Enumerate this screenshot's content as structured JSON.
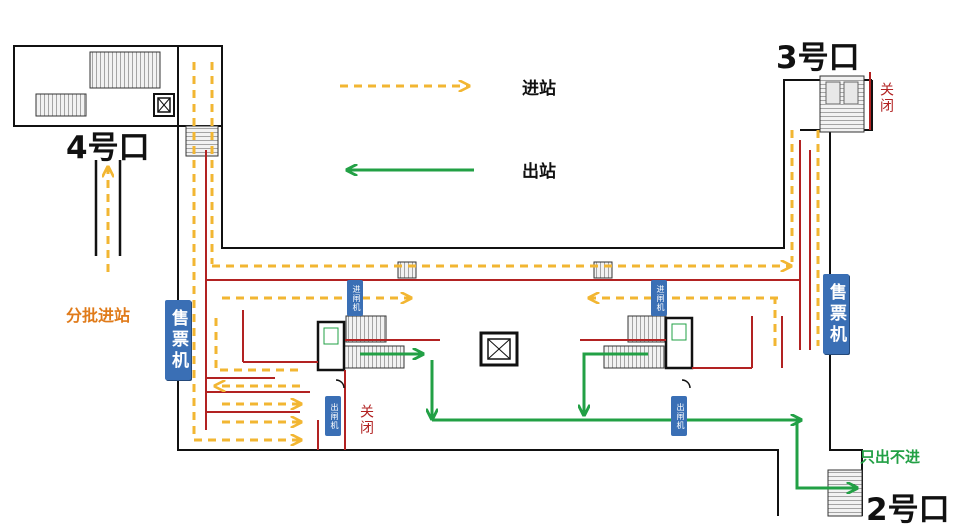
{
  "exits": {
    "exit4": "4号口",
    "exit3": "3号口",
    "exit2": "2号口"
  },
  "legend": {
    "entry_label": "进站",
    "exit_label": "出站"
  },
  "notes": {
    "batch_entry": "分批进站",
    "exit_only": "只出不进",
    "closed_3": "关闭",
    "closed_inner": "关闭"
  },
  "facilities": {
    "ticket_left": "售票机",
    "ticket_right": "售票机",
    "gate_entry_left": "进闸机",
    "gate_entry_right": "进闸机",
    "gate_exit_left": "出闸机",
    "gate_exit_right": "出闸机"
  },
  "colors": {
    "entry_flow": "#f2b632",
    "exit_flow": "#22a045",
    "barrier": "#b22222",
    "wall": "#111111",
    "ticket_machine": "#3a6fb5"
  }
}
